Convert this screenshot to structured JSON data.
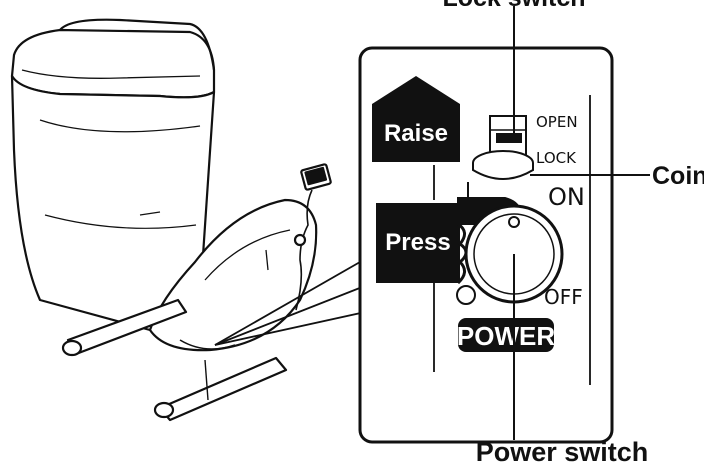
{
  "labels": {
    "lock_switch": "Lock switch",
    "coin": "Coin",
    "power_switch": "Power switch"
  },
  "panel": {
    "raise": "Raise",
    "press": "Press",
    "open": "OPEN",
    "lock": "LOCK",
    "on": "ON",
    "off": "OFF",
    "power": "POWER"
  },
  "icons": [
    "massage-chair-icon",
    "lock-switch-icon",
    "coin-icon",
    "power-switch-icon",
    "pointing-hand-icon"
  ]
}
